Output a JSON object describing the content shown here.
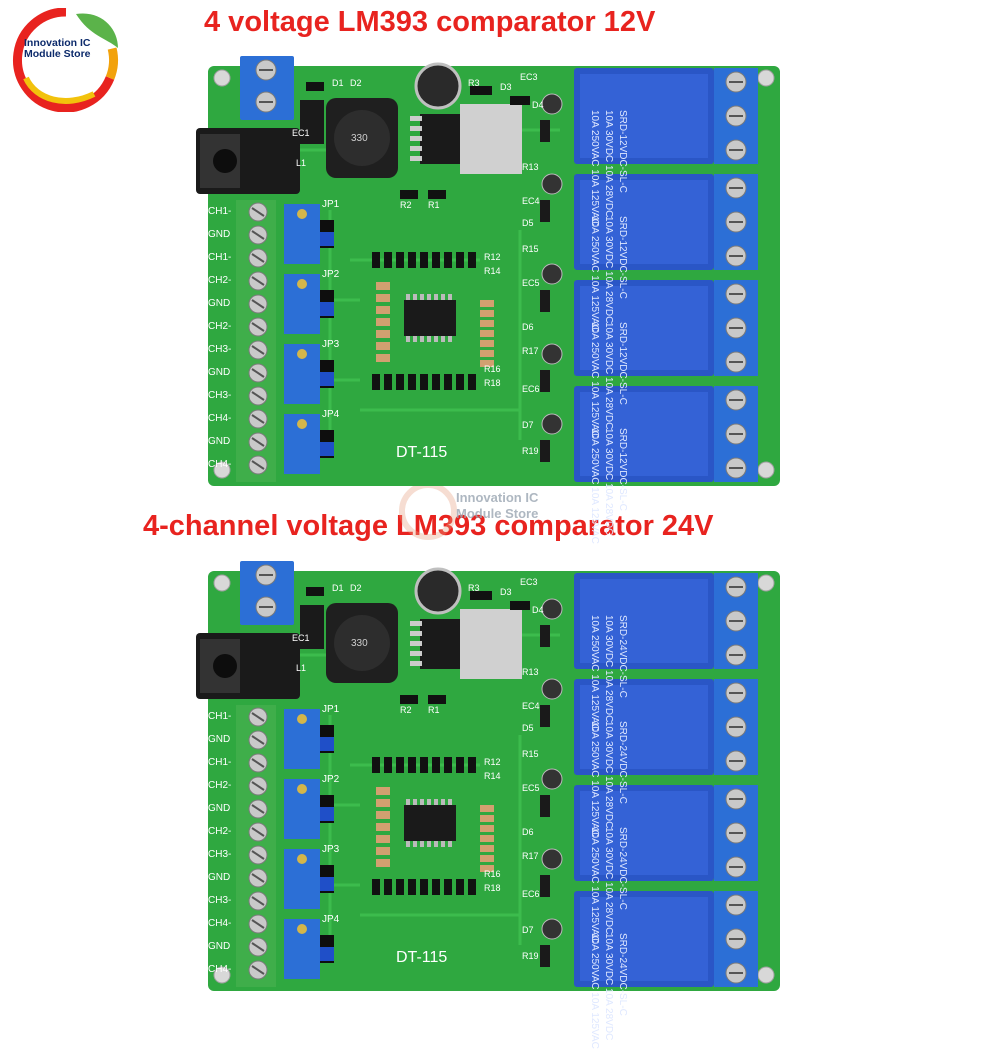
{
  "logo": {
    "line1": "Innovation IC",
    "line2": "Module Store"
  },
  "watermark": {
    "line1": "Innovation IC",
    "line2": "Module Store"
  },
  "captions": {
    "top": "4 voltage LM393 comparator 12V",
    "bottom": "4-channel voltage LM393 comparator 24V"
  },
  "colors": {
    "caption": "#e8231f",
    "pcb": "#2fa840",
    "relay": "#2a56c6",
    "terminal": "#2c6fd6",
    "terminal_green": "#3fae4a"
  },
  "board_top": {
    "terminal_labels": [
      "CH1-",
      "GND",
      "CH1-",
      "CH2-",
      "GND",
      "CH2-",
      "CH3-",
      "GND",
      "CH3-",
      "CH4-",
      "GND",
      "CH4-"
    ],
    "jumpers": [
      "JP1",
      "JP2",
      "JP3",
      "JP4"
    ],
    "model": "DT-115",
    "inductor": "330",
    "components": {
      "d1": "D1",
      "d2": "D2",
      "ec1": "EC1",
      "l1": "L1",
      "r3": "R3",
      "d3": "D3",
      "ec3": "EC3",
      "d4": "D4",
      "r13": "R13",
      "ec4": "EC4",
      "d5": "D5",
      "r15": "R15",
      "ec5": "EC5",
      "d6": "D6",
      "r17": "R17",
      "ec6": "EC6",
      "d7": "D7",
      "r19": "R19",
      "r2": "R2",
      "r1": "R1",
      "r12": "R12",
      "r14": "R14",
      "r16": "R16",
      "r18": "R18"
    },
    "relay_lines": [
      "SRD-12VDC-SL-C",
      "10A 30VDC  10A 28VDC",
      "10A 250VAC  10A 125VAC"
    ]
  },
  "board_bottom": {
    "terminal_labels": [
      "CH1-",
      "GND",
      "CH1-",
      "CH2-",
      "GND",
      "CH2-",
      "CH3-",
      "GND",
      "CH3-",
      "CH4-",
      "GND",
      "CH4-"
    ],
    "jumpers": [
      "JP1",
      "JP2",
      "JP3",
      "JP4"
    ],
    "model": "DT-115",
    "inductor": "330",
    "components": {
      "d1": "D1",
      "d2": "D2",
      "ec1": "EC1",
      "l1": "L1",
      "r3": "R3",
      "d3": "D3",
      "ec3": "EC3",
      "d4": "D4",
      "r13": "R13",
      "ec4": "EC4",
      "d5": "D5",
      "r15": "R15",
      "ec5": "EC5",
      "d6": "D6",
      "r17": "R17",
      "ec6": "EC6",
      "d7": "D7",
      "r19": "R19",
      "r2": "R2",
      "r1": "R1",
      "r12": "R12",
      "r14": "R14",
      "r16": "R16",
      "r18": "R18"
    },
    "relay_lines": [
      "SRD-24VDC-SL-C",
      "10A 30VDC  10A 28VDC",
      "10A 250VAC  10A 125VAC"
    ]
  }
}
